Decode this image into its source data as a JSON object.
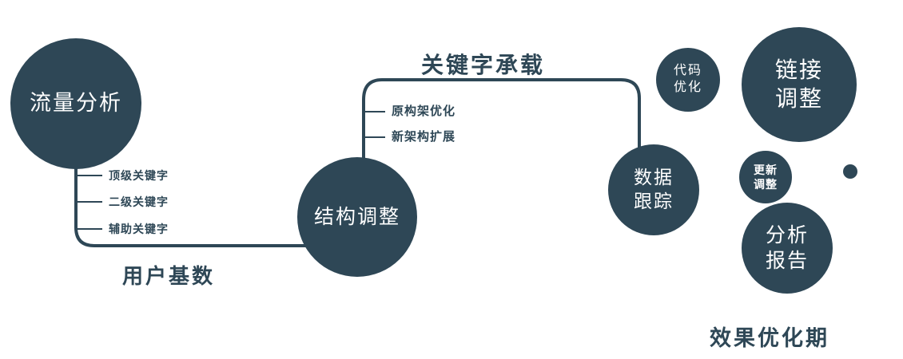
{
  "colors": {
    "primary": "#2e4756",
    "node_text": "#ffffff",
    "background": "#ffffff"
  },
  "nodes": {
    "traffic_analysis": {
      "label": "流量分析"
    },
    "structure_adjustment": {
      "label": "结构调整"
    },
    "data_tracking": {
      "label": "数据\n跟踪"
    },
    "code_optimization": {
      "label": "代码\n优化"
    },
    "link_adjustment": {
      "label": "链接\n调整"
    },
    "update_adjustment": {
      "label": "更新\n调整"
    },
    "analysis_report": {
      "label": "分析\n报告"
    }
  },
  "edge_labels": {
    "user_base": "用户基数",
    "keyword_carrying": "关键字承载"
  },
  "branches": {
    "keywords": [
      "顶级关键字",
      "二级关键字",
      "辅助关键字"
    ],
    "architecture": [
      "原构架优化",
      "新架构扩展"
    ]
  },
  "footer": {
    "label": "效果优化期"
  }
}
